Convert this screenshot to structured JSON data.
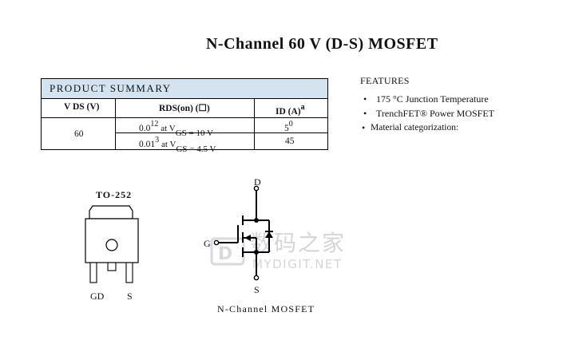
{
  "title": "N-Channel 60 V (D-S) MOSFET",
  "summary": {
    "heading": "PRODUCT SUMMARY",
    "col_vds": "V DS (V)",
    "col_rds": "RDS(on) (☐)",
    "col_id": "ID (A)",
    "col_id_sup": "a",
    "vds_value": "60",
    "rows": [
      {
        "rds": "0.012",
        "rds_sup": "12",
        "at": "at V",
        "cond": "GS = 10 V",
        "id": "50",
        "id_sup": "0"
      },
      {
        "rds": "0.013",
        "rds_sup": "3",
        "at": "at V",
        "cond": "GS = 4.5 V",
        "id": "45"
      }
    ]
  },
  "features": {
    "title": "FEATURES",
    "items": [
      "175 °C Junction Temperature",
      "TrenchFET® Power MOSFET",
      "Material categorization:"
    ]
  },
  "package": {
    "name": "TO-252",
    "pins": [
      "GD",
      "S"
    ]
  },
  "mosfet": {
    "label_d": "D",
    "label_g": "G",
    "label_s": "S",
    "caption": "N-Channel MOSFET"
  },
  "watermark": {
    "cn": "数码之家",
    "en": "MYDIGIT.NET"
  }
}
